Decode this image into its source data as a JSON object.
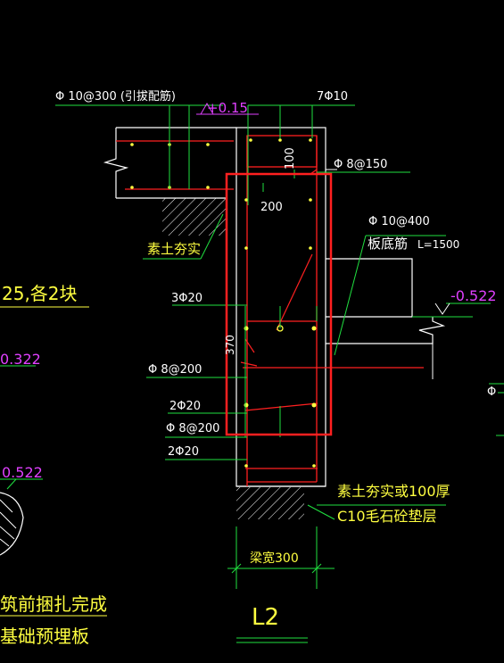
{
  "colors": {
    "background": "#000000",
    "concrete": "#ffffff",
    "rebar_red": "#ff2020",
    "dim_green": "#20e040",
    "text_white": "#ffffff",
    "text_yellow": "#ffff40",
    "text_magenta": "#e040ff",
    "highlight_box": "#ff2020"
  },
  "labels": {
    "top_bar_left": "Φ 10@300 (引拔配筋)",
    "top_bar_right": "7Φ10",
    "level_top": "+0.15",
    "stirrup_top": "Φ 8@150",
    "dim_100": "100",
    "dim_200": "200",
    "soil_compact_1": "素土夯实",
    "slab_bottom_bar": "Φ 10@400",
    "slab_bottom_name": "板底筋",
    "slab_bottom_len": "L=1500",
    "bar_3_20": "3Φ20",
    "level_right": "-0.522",
    "dim_370": "370",
    "stirrup_mid": "Φ 8@200",
    "bar_2_20_a": "2Φ20",
    "stirrup_low": "Φ 8@200",
    "bar_2_20_b": "2Φ20",
    "soil_compact_2": "素土夯实或100厚",
    "gravel_layer": "C10毛石砼垫层",
    "beam_width": "梁宽300",
    "section_name": "L2",
    "left_note_1": "25,各2块",
    "left_level_1": "0.322",
    "left_level_2": "0.522",
    "left_note_2": "筑前捆扎完成",
    "left_note_3": "基础预埋板",
    "right_partial": "Φ"
  }
}
